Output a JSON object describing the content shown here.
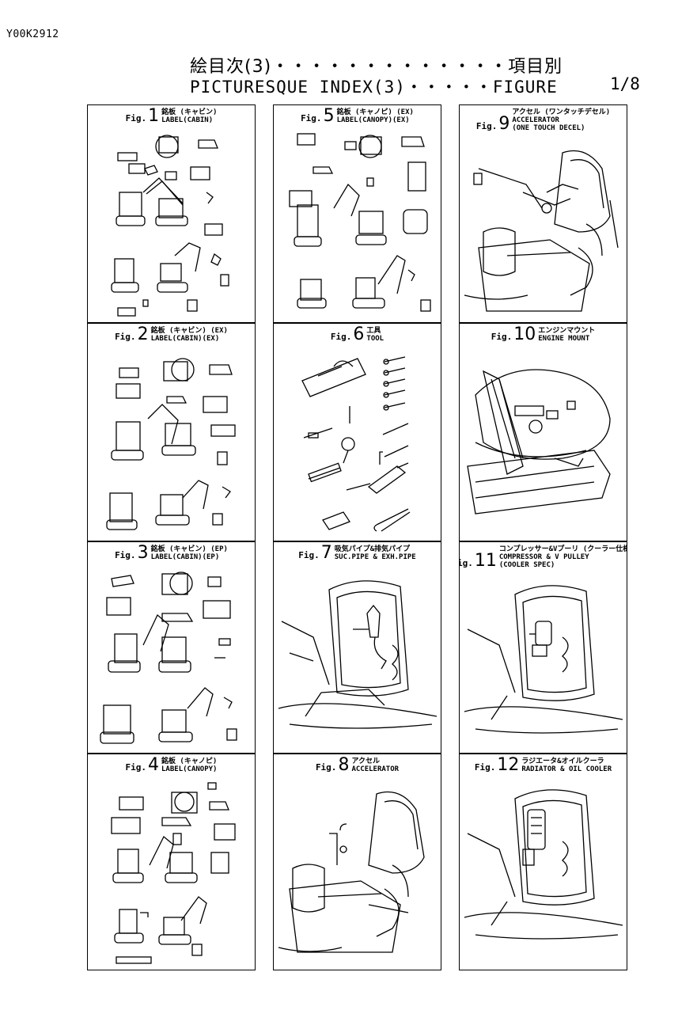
{
  "doc_id": "Y00K2912",
  "title_jp": "絵目次(3)・・・・・・・・・・・・・項目別",
  "title_en": "PICTURESQUE INDEX(3)・・・・・FIGURE",
  "page": "1/8",
  "figures": [
    {
      "fig": "Fig.",
      "num": "1",
      "jp": "銘板 (キャビン)",
      "en": "LABEL(CABIN)",
      "en2": ""
    },
    {
      "fig": "Fig.",
      "num": "5",
      "jp": "銘板 (キャノピ) (EX)",
      "en": "LABEL(CANOPY)(EX)",
      "en2": ""
    },
    {
      "fig": "Fig.",
      "num": "9",
      "jp": "アクセル (ワンタッチデセル)",
      "en": "ACCELERATOR",
      "en2": "(ONE TOUCH DECEL)"
    },
    {
      "fig": "Fig.",
      "num": "2",
      "jp": "銘板 (キャビン) (EX)",
      "en": "LABEL(CABIN)(EX)",
      "en2": ""
    },
    {
      "fig": "Fig.",
      "num": "6",
      "jp": "工具",
      "en": "TOOL",
      "en2": ""
    },
    {
      "fig": "Fig.",
      "num": "10",
      "jp": "エンジンマウント",
      "en": "ENGINE MOUNT",
      "en2": ""
    },
    {
      "fig": "Fig.",
      "num": "3",
      "jp": "銘板 (キャビン) (EP)",
      "en": "LABEL(CABIN)(EP)",
      "en2": ""
    },
    {
      "fig": "Fig.",
      "num": "7",
      "jp": "吸気パイプ&排気パイプ",
      "en": "SUC.PIPE & EXH.PIPE",
      "en2": ""
    },
    {
      "fig": "Fig.",
      "num": "11",
      "jp": "コンプレッサー&Vプーリ (クーラー仕様)",
      "en": "COMPRESSOR & V PULLEY",
      "en2": "(COOLER SPEC)"
    },
    {
      "fig": "Fig.",
      "num": "4",
      "jp": "銘板 (キャノピ)",
      "en": "LABEL(CANOPY)",
      "en2": ""
    },
    {
      "fig": "Fig.",
      "num": "8",
      "jp": "アクセル",
      "en": "ACCELERATOR",
      "en2": ""
    },
    {
      "fig": "Fig.",
      "num": "12",
      "jp": "ラジエータ&オイルクーラ",
      "en": "RADIATOR & OIL COOLER",
      "en2": ""
    }
  ]
}
